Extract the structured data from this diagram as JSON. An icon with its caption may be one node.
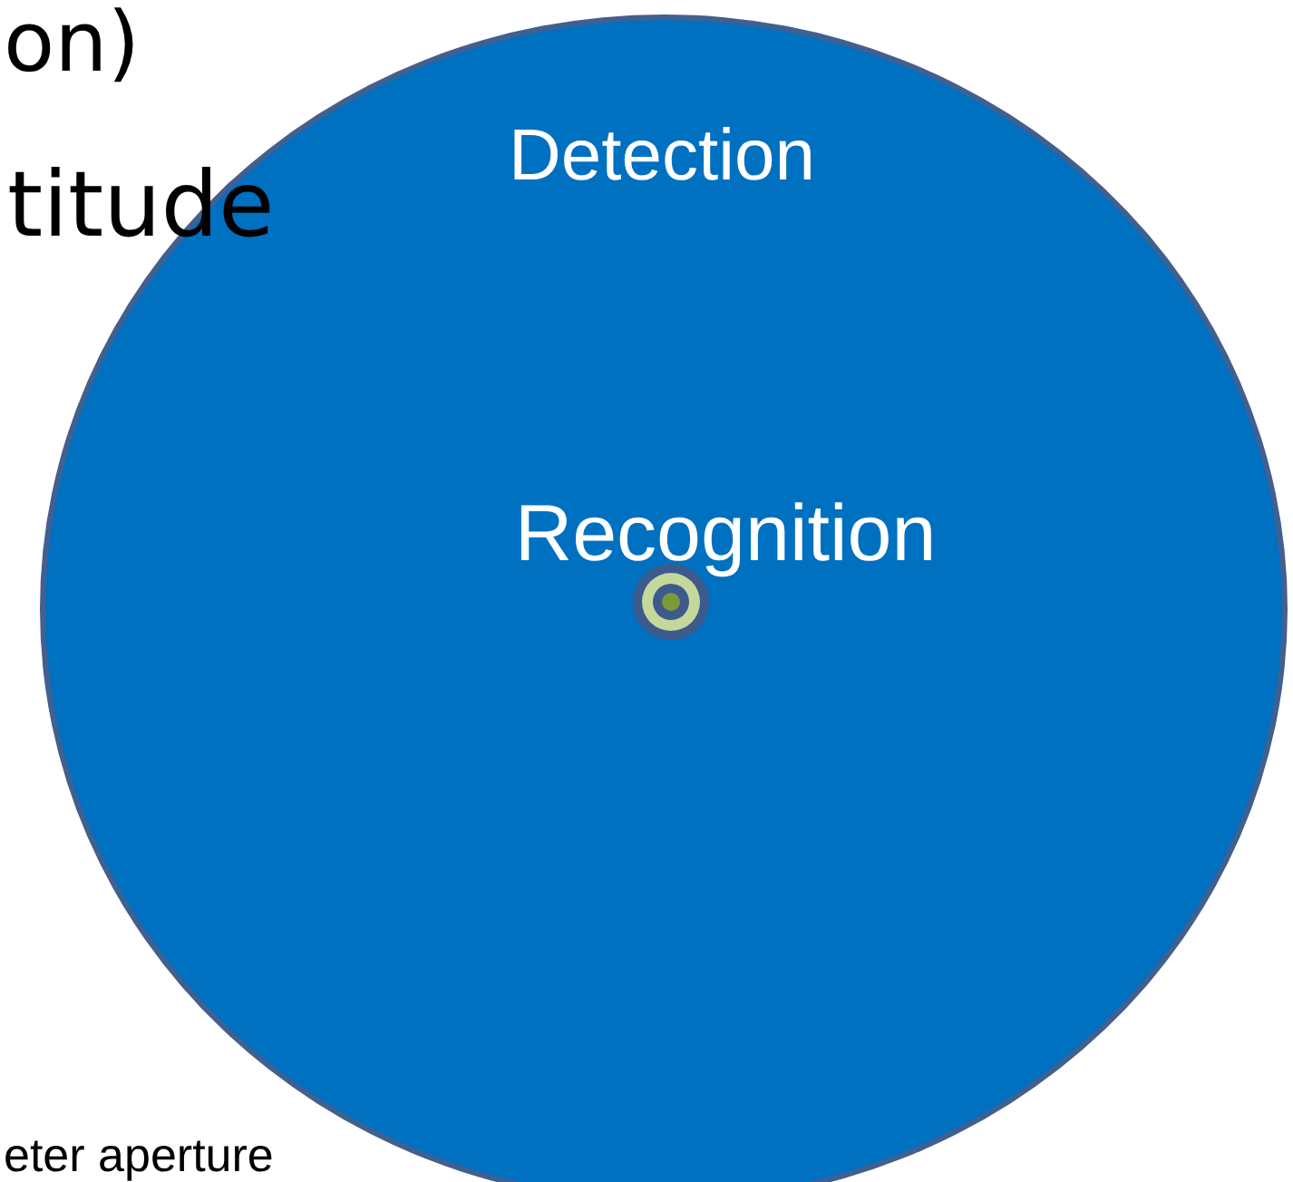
{
  "diagram": {
    "nodes": [
      {
        "text": [
          "Detection"
        ]
      },
      {
        "text": [
          "Recognition"
        ],
        "in": 0
      }
    ],
    "labels": [
      "on)",
      "titude",
      "eter aperture"
    ]
  }
}
